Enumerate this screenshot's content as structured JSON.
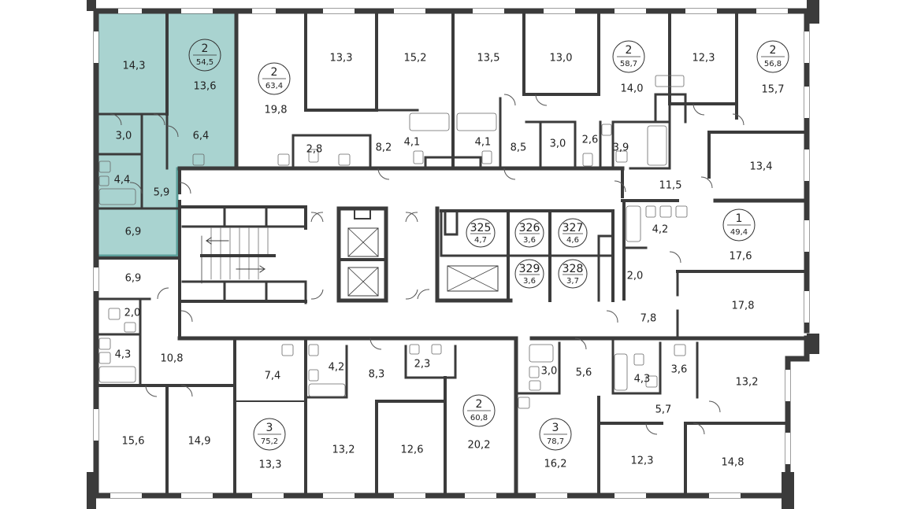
{
  "plan": {
    "colors": {
      "wall": "#3b3b3b",
      "highlight": "#a9d3d0",
      "highlight_stroke": "#5a9d98",
      "background": "#ffffff",
      "text": "#222222"
    }
  },
  "apartments": [
    {
      "id": "apt-2-54-5",
      "rooms": "2",
      "area": "54,5",
      "highlighted": true
    },
    {
      "id": "apt-2-63-4",
      "rooms": "2",
      "area": "63,4"
    },
    {
      "id": "apt-2-58-7",
      "rooms": "2",
      "area": "58,7"
    },
    {
      "id": "apt-2-56-8",
      "rooms": "2",
      "area": "56,8"
    },
    {
      "id": "apt-1-49-4",
      "rooms": "1",
      "area": "49,4"
    },
    {
      "id": "apt-3-75-2",
      "rooms": "3",
      "area": "75,2"
    },
    {
      "id": "apt-2-60-8",
      "rooms": "2",
      "area": "60,8"
    },
    {
      "id": "apt-3-78-7",
      "rooms": "3",
      "area": "78,7"
    }
  ],
  "storage": [
    {
      "id": "st-325",
      "number": "325",
      "area": "4,7"
    },
    {
      "id": "st-326",
      "number": "326",
      "area": "3,6"
    },
    {
      "id": "st-327",
      "number": "327",
      "area": "4,6"
    },
    {
      "id": "st-329",
      "number": "329",
      "area": "3,6"
    },
    {
      "id": "st-328",
      "number": "328",
      "area": "3,7"
    }
  ],
  "rooms": [
    "14,3",
    "13,6",
    "3,0",
    "6,4",
    "4,4",
    "5,9",
    "6,9",
    "19,8",
    "13,3",
    "15,2",
    "13,5",
    "13,0",
    "14,0",
    "12,3",
    "15,7",
    "2,8",
    "8,2",
    "4,1",
    "4,1",
    "8,5",
    "3,0",
    "2,6",
    "3,9",
    "13,4",
    "11,5",
    "4,2",
    "17,6",
    "2,0",
    "17,8",
    "7,8",
    "6,9",
    "2,0",
    "4,3",
    "10,8",
    "7,4",
    "4,2",
    "8,3",
    "2,3",
    "3,0",
    "5,6",
    "4,3",
    "3,6",
    "13,2",
    "5,7",
    "15,6",
    "14,9",
    "13,3",
    "13,2",
    "12,6",
    "20,2",
    "16,2",
    "12,3",
    "14,8"
  ]
}
